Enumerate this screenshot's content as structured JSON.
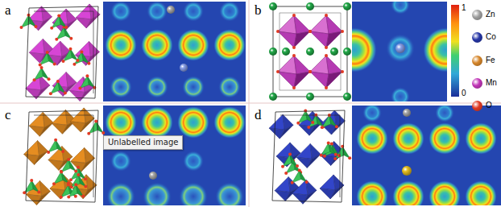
{
  "diagram": {
    "labels": [
      "a",
      "b",
      "c",
      "d",
      "1",
      "0",
      "Unlabelled image"
    ],
    "legend": [
      {
        "text": "Zn",
        "color": "#a0a0a0"
      },
      {
        "text": "Co",
        "color": "#2636a6"
      },
      {
        "text": "Fe",
        "color": "#d6862a"
      },
      {
        "text": "Mn",
        "color": "#c236b8"
      },
      {
        "text": "O",
        "color": "#e23a24"
      }
    ]
  }
}
